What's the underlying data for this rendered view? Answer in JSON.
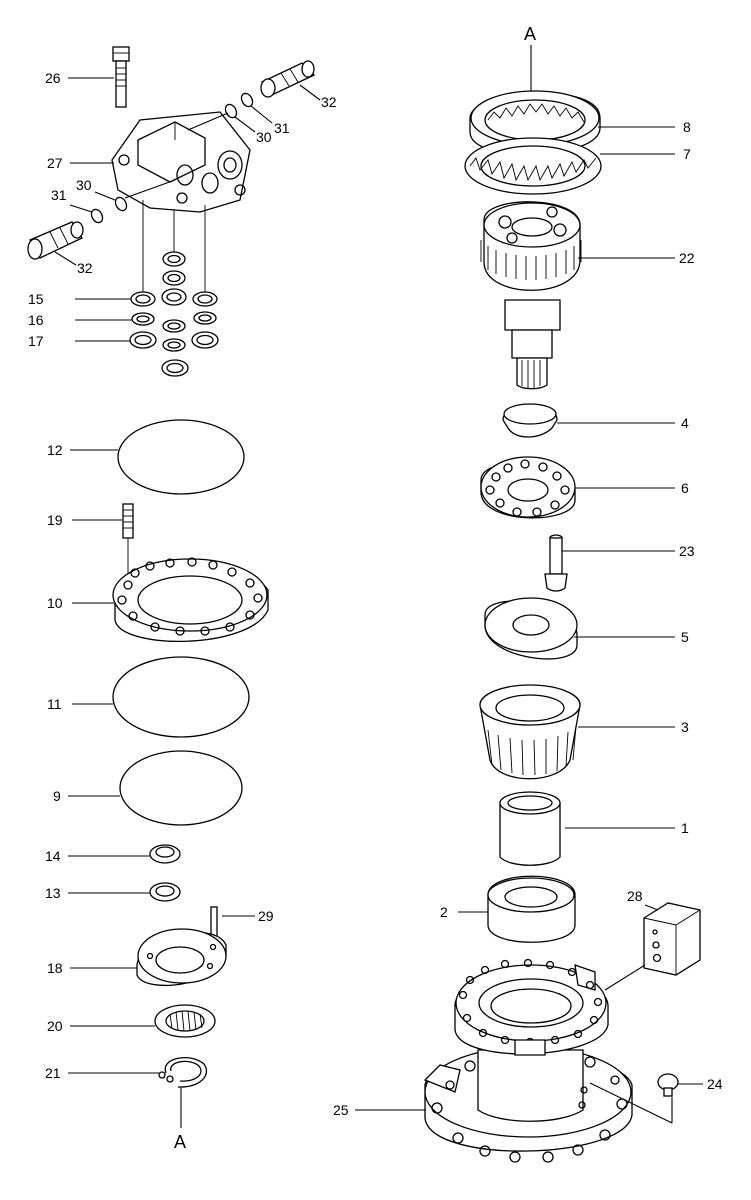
{
  "diagram": {
    "callouts": [
      {
        "id": "26",
        "text": "26"
      },
      {
        "id": "32a",
        "text": "32"
      },
      {
        "id": "30a",
        "text": "30"
      },
      {
        "id": "31a",
        "text": "31"
      },
      {
        "id": "27",
        "text": "27"
      },
      {
        "id": "30b",
        "text": "30"
      },
      {
        "id": "31b",
        "text": "31"
      },
      {
        "id": "32b",
        "text": "32"
      },
      {
        "id": "15",
        "text": "15"
      },
      {
        "id": "16",
        "text": "16"
      },
      {
        "id": "17",
        "text": "17"
      },
      {
        "id": "12",
        "text": "12"
      },
      {
        "id": "19",
        "text": "19"
      },
      {
        "id": "10",
        "text": "10"
      },
      {
        "id": "11",
        "text": "11"
      },
      {
        "id": "9",
        "text": "9"
      },
      {
        "id": "14",
        "text": "14"
      },
      {
        "id": "13",
        "text": "13"
      },
      {
        "id": "29",
        "text": "29"
      },
      {
        "id": "18",
        "text": "18"
      },
      {
        "id": "20",
        "text": "20"
      },
      {
        "id": "21",
        "text": "21"
      },
      {
        "id": "A_bottom",
        "text": "A"
      },
      {
        "id": "A_top",
        "text": "A"
      },
      {
        "id": "8",
        "text": "8"
      },
      {
        "id": "7",
        "text": "7"
      },
      {
        "id": "22",
        "text": "22"
      },
      {
        "id": "4",
        "text": "4"
      },
      {
        "id": "6",
        "text": "6"
      },
      {
        "id": "23",
        "text": "23"
      },
      {
        "id": "5",
        "text": "5"
      },
      {
        "id": "3",
        "text": "3"
      },
      {
        "id": "1",
        "text": "1"
      },
      {
        "id": "2",
        "text": "2"
      },
      {
        "id": "28",
        "text": "28"
      },
      {
        "id": "24",
        "text": "24"
      },
      {
        "id": "25",
        "text": "25"
      }
    ]
  }
}
